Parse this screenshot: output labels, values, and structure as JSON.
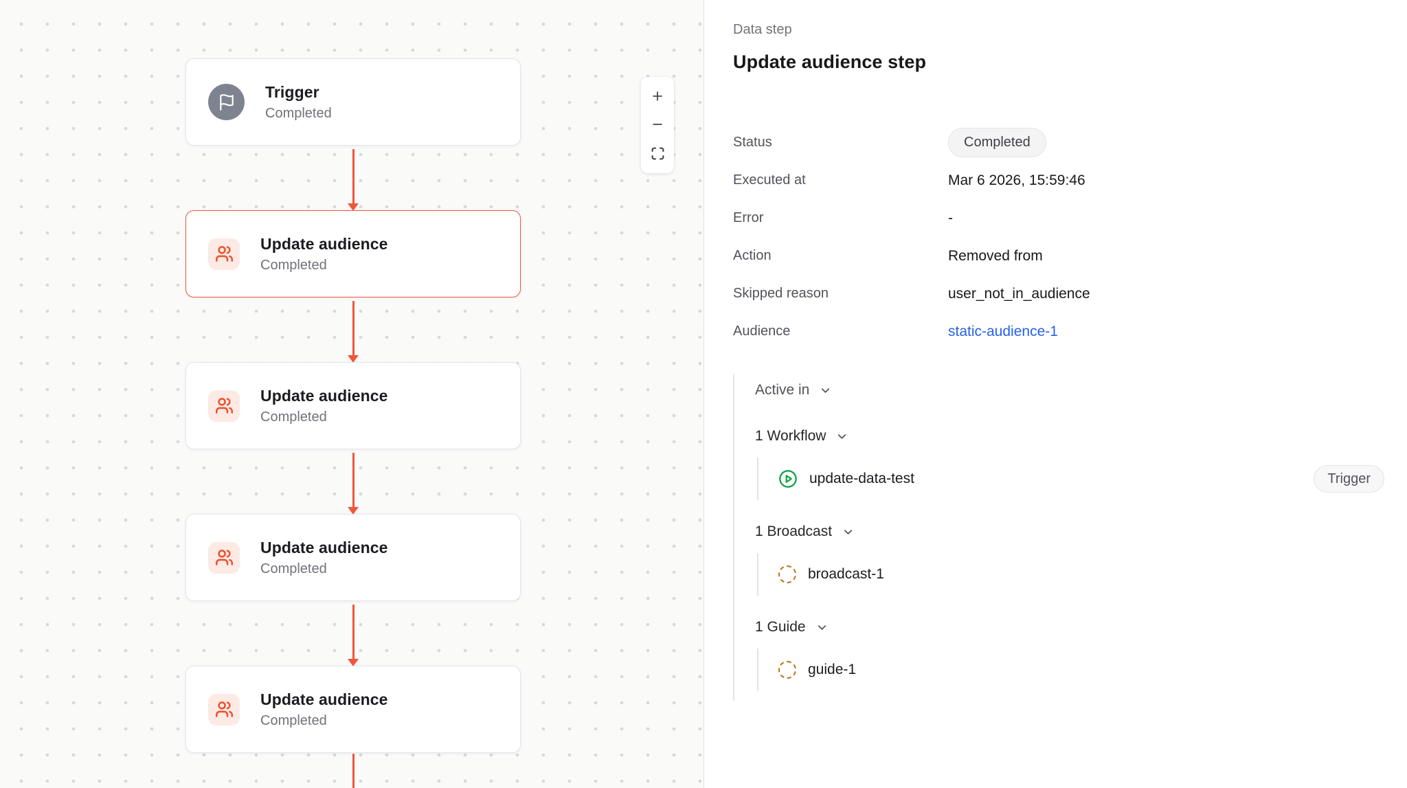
{
  "canvas": {
    "nodes": [
      {
        "title": "Trigger",
        "subtitle": "Completed",
        "icon": "flag",
        "selected": false
      },
      {
        "title": "Update audience",
        "subtitle": "Completed",
        "icon": "users",
        "selected": true
      },
      {
        "title": "Update audience",
        "subtitle": "Completed",
        "icon": "users",
        "selected": false
      },
      {
        "title": "Update audience",
        "subtitle": "Completed",
        "icon": "users",
        "selected": false
      },
      {
        "title": "Update audience",
        "subtitle": "Completed",
        "icon": "users",
        "selected": false
      }
    ],
    "zoom_controls": {
      "zoom_in_label": "+",
      "zoom_out_label": "−",
      "fit_icon": "fullscreen-expand"
    }
  },
  "panel": {
    "eyebrow": "Data step",
    "title": "Update audience step",
    "fields": [
      {
        "label": "Status",
        "value": "Completed",
        "type": "badge"
      },
      {
        "label": "Executed at",
        "value": "Mar 6 2026, 15:59:46",
        "type": "text"
      },
      {
        "label": "Error",
        "value": "-",
        "type": "text"
      },
      {
        "label": "Action",
        "value": "Removed from",
        "type": "text"
      },
      {
        "label": "Skipped reason",
        "value": "user_not_in_audience",
        "type": "text"
      },
      {
        "label": "Audience",
        "value": "static-audience-1",
        "type": "link"
      }
    ],
    "active_in": {
      "label": "Active in",
      "groups": [
        {
          "label": "1 Workflow",
          "item": {
            "name": "update-data-test",
            "icon": "play-circle",
            "badge": "Trigger"
          }
        },
        {
          "label": "1 Broadcast",
          "item": {
            "name": "broadcast-1",
            "icon": "dashed-circle"
          }
        },
        {
          "label": "1 Guide",
          "item": {
            "name": "guide-1",
            "icon": "dashed-circle"
          }
        }
      ]
    }
  },
  "colors": {
    "accent_red": "#f1563a",
    "icon_bg_peach": "#fdeae4",
    "trigger_gray": "#7d838f",
    "link_blue": "#2562eb",
    "play_green": "#16a34a",
    "dashed_amber": "#c06f15",
    "canvas_bg": "#fafaf9",
    "border_gray": "#e4e4e7"
  }
}
